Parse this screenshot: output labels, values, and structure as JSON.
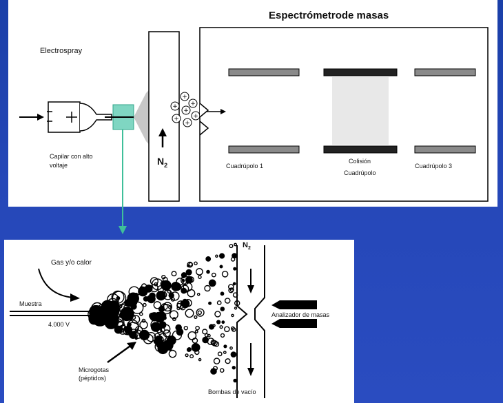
{
  "top": {
    "title": "Espectrómetrode masas",
    "electrospray": "Electrospray",
    "capillary_line1": "Capilar con alto",
    "capillary_line2": "voltaje",
    "n2_label": "N",
    "n2_sub": "2",
    "quad1": "Cuadrúpolo 1",
    "collision_line1": "Colisión",
    "collision_line2": "Cuadrúpolo",
    "quad3": "Cuadrúpolo 3"
  },
  "bottom": {
    "gas_heat": "Gas y/o calor",
    "sample": "Muestra",
    "voltage": "4.000 V",
    "droplets_line1": "Microgotas",
    "droplets_line2": "(péptidos)",
    "n2_label": "N",
    "n2_sub": "2",
    "analyzer": "Analizador de masas",
    "pumps": "Bombas de vacío"
  },
  "colors": {
    "background": "#1f44b0",
    "connector": "#3fbf9a",
    "capillary_tip": "#7fd6c2"
  }
}
